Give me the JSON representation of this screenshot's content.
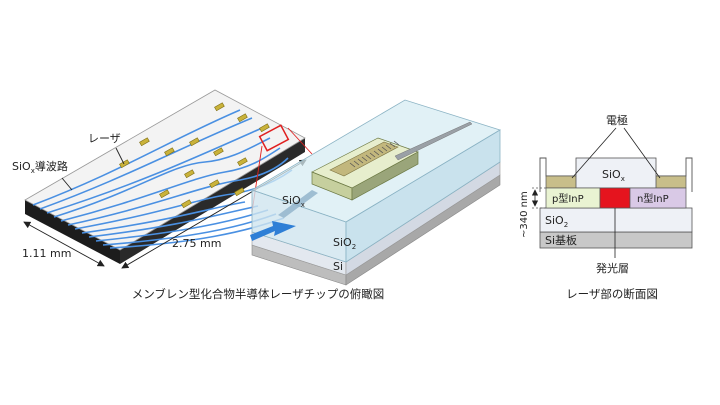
{
  "left_figure": {
    "label_waveguide_main": "SiO",
    "label_waveguide_sub": "x",
    "label_waveguide_suffix": "導波路",
    "label_laser": "レーザ",
    "label_width": "1.11 mm",
    "label_length": "2.75 mm",
    "caption": "メンブレン型化合物半導体レーザチップの俯瞰図"
  },
  "zoom_figure": {
    "label_siox_main": "SiO",
    "label_siox_sub": "x",
    "label_sio2_main": "SiO",
    "label_sio2_sub": "2",
    "label_si": "Si"
  },
  "cross_section": {
    "label_electrode": "電極",
    "label_siox_main": "SiO",
    "label_siox_sub": "x",
    "label_p_inp": "p型InP",
    "label_n_inp": "n型InP",
    "label_sio2_main": "SiO",
    "label_sio2_sub": "2",
    "label_si_substrate": "Si基板",
    "label_thickness": "~340 nm",
    "label_emission": "発光層",
    "caption": "レーザ部の断面図"
  },
  "colors": {
    "chip_top": "#f2f2f2",
    "chip_side": "#1a1a1a",
    "waveguide": "#4a90e2",
    "laser_pad": "#c9b23a",
    "red_zoom": "#e02020",
    "glass": "#d7ecf3",
    "sio2": "#eef1f6",
    "si": "#c8c8c8",
    "p_inp": "#e9f3d2",
    "n_inp": "#d9c9e6",
    "active": "#e5141e",
    "electrode": "#c8be8a"
  }
}
